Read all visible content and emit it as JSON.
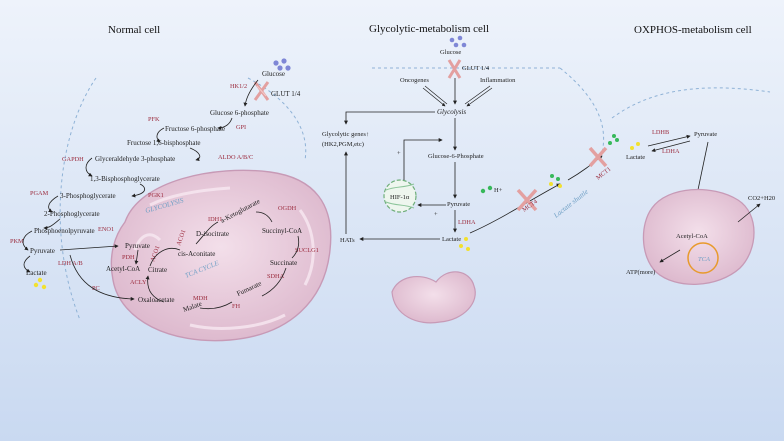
{
  "titles": {
    "normal": "Normal    cell",
    "glycolytic": "Glycolytic-metabolism cell",
    "oxphos": "OXPHOS-metabolism cell"
  },
  "normal": {
    "glucose": "Glucose",
    "hk": "HK1/2",
    "glut": "GLUT 1/4",
    "g6p": "Glucose 6-phosphate",
    "gpi": "GPI",
    "pfk": "PFK",
    "f6p": "Fructose 6-phosphate",
    "f16bp": "Fructose 1,6-bisphosphate",
    "gapdh": "GAPDH",
    "g3p": "Glyceraldehyde 3-phosphate",
    "aldo": "ALDO A/B/C",
    "bpg13": "1,3-Bisphosphoglycerate",
    "pgam": "PGAM",
    "pg3": "3-Phosphoglycerate",
    "pgk1": "PGK1",
    "pg2": "2-Phosphoglycerate",
    "pep": "Phosphoenolpyruvate",
    "eno1": "ENO1",
    "pkm": "PKM",
    "pyruvate": "Pyruvate",
    "ldh": "LDH A/B",
    "lactate": "Lactate",
    "glycolysis": "GLYCOLYSIS",
    "pc": "PC",
    "pyruvate_m": "Pyruvate",
    "pdh": "PDH",
    "acetylcoa": "Acetyl-CoA",
    "acly": "ACLY",
    "citrate": "Citrate",
    "aco1a": "ACO1",
    "aco1b": "ACO1",
    "cisaconitate": "cis-Aconitate",
    "isocitrate": "D-isocitrate",
    "idh1": "IDH1",
    "akg": "a-Ketoglutarate",
    "ogdh": "OGDH",
    "succoa": "Succinyl-CoA",
    "suclg1": "SUCLG1",
    "succinate": "Succinate",
    "sdha": "SDHA",
    "fumarate": "Fumarate",
    "fh": "FH",
    "malate": "Malate",
    "mdh": "MDH",
    "oxaloacetate": "Oxaloacetate",
    "tca": "TCA CYCLE"
  },
  "glyco": {
    "glucose": "Glucose",
    "glut": "GLUT 1/4",
    "oncogenes": "Oncogenes",
    "inflammation": "Inflammation",
    "glycolysis": "Glycolysis",
    "genes1": "Glycolytic  genes↑",
    "genes2": "(HK2,PGM,etc)",
    "g6p": "Glucose-6-Phosphate",
    "hif": "HIF-1α",
    "plus1": "+",
    "plus2": "+",
    "pyruvate": "Pyruvate",
    "ldha": "LDHA",
    "lactate": "Lactate",
    "hats": "HATs",
    "hplus": "H+",
    "mct4": "MCT4",
    "mct1": "MCT1",
    "shuttle": "Lactate  shuttle"
  },
  "oxphos": {
    "ldhb": "LDHB",
    "ldha": "LDHA",
    "lactate": "Lactate",
    "pyruvate": "Pyruvate",
    "acetylcoa": "Acetyl-CoA",
    "tca": "TCA",
    "co2": "CO2+H20",
    "atp": "ATP(more)"
  },
  "colors": {
    "mito_fill": "#e8c9dc",
    "mito_stroke": "#c79ab6",
    "enzyme_red": "#9b2a3c",
    "dot_blue": "#7f87d6",
    "dot_yellow": "#f2e12f",
    "dot_green": "#37b85a",
    "tca_orange": "#e89a2c"
  }
}
